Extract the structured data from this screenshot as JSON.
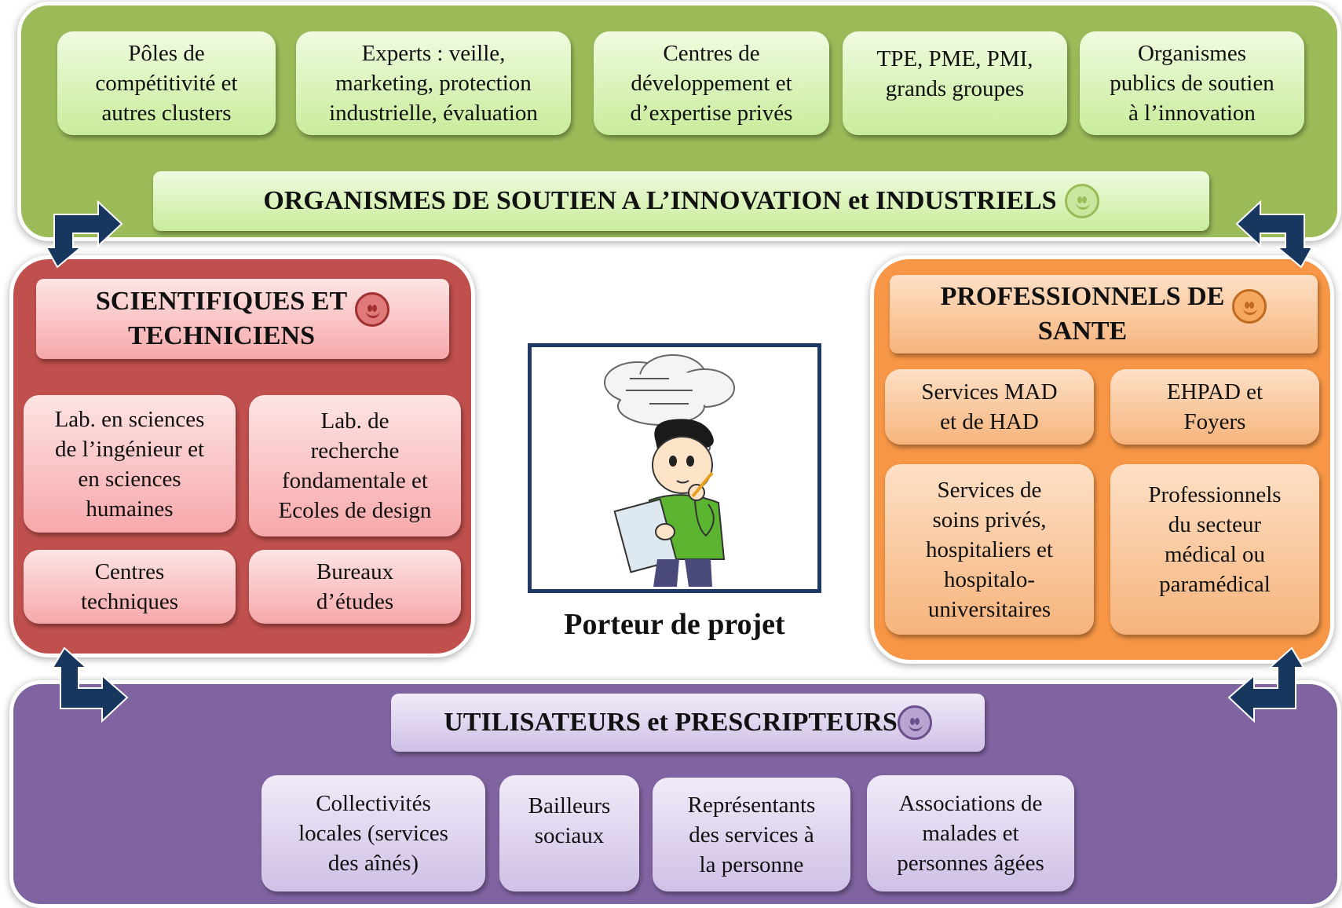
{
  "colors": {
    "green_panel": "#9bbb59",
    "red_panel": "#c0504d",
    "orange_panel": "#f79646",
    "purple_panel": "#8064a2",
    "arrow_fill": "#17375e"
  },
  "top_group": {
    "boxes": [
      "Pôles de\ncompétitivité et\nautres clusters",
      "Experts : veille,\nmarketing, protection\nindustrielle, évaluation",
      "Centres de\ndéveloppement et\nd’expertise privés",
      "TPE, PME, PMI,\ngrands groupes",
      "Organismes\npublics de soutien\nà l’innovation"
    ],
    "title": "ORGANISMES DE SOUTIEN A L’INNOVATION et INDUSTRIELS",
    "icon": "smiley-icon"
  },
  "left_group": {
    "title": "SCIENTIFIQUES ET\nTECHNICIENS",
    "icon": "smiley-icon",
    "boxes": [
      "Lab. en sciences\nde l’ingénieur et\nen sciences\nhumaines",
      "Lab. de\nrecherche\nfondamentale et\nEcoles de design",
      "Centres\ntechniques",
      "Bureaux\nd’études"
    ]
  },
  "right_group": {
    "title": "PROFESSIONNELS DE\nSANTE",
    "icon": "smiley-icon",
    "boxes": [
      "Services MAD\net de HAD",
      "EHPAD et\nFoyers",
      "Services de\nsoins privés,\nhospitaliers et\nhospitalo-\nuniversitaires",
      "Professionnels\ndu secteur\nmédical ou\nparamédical"
    ]
  },
  "center": {
    "caption": "Porteur de projet",
    "image": "person-thinking-illustration"
  },
  "bottom_group": {
    "title": "UTILISATEURS et PRESCRIPTEURS",
    "icon": "smiley-icon",
    "boxes": [
      "Collectivités\nlocales (services\ndes aînés)",
      "Bailleurs\nsociaux",
      "Représentants\ndes services à\nla personne",
      "Associations de\nmalades et\npersonnes âgées"
    ]
  }
}
